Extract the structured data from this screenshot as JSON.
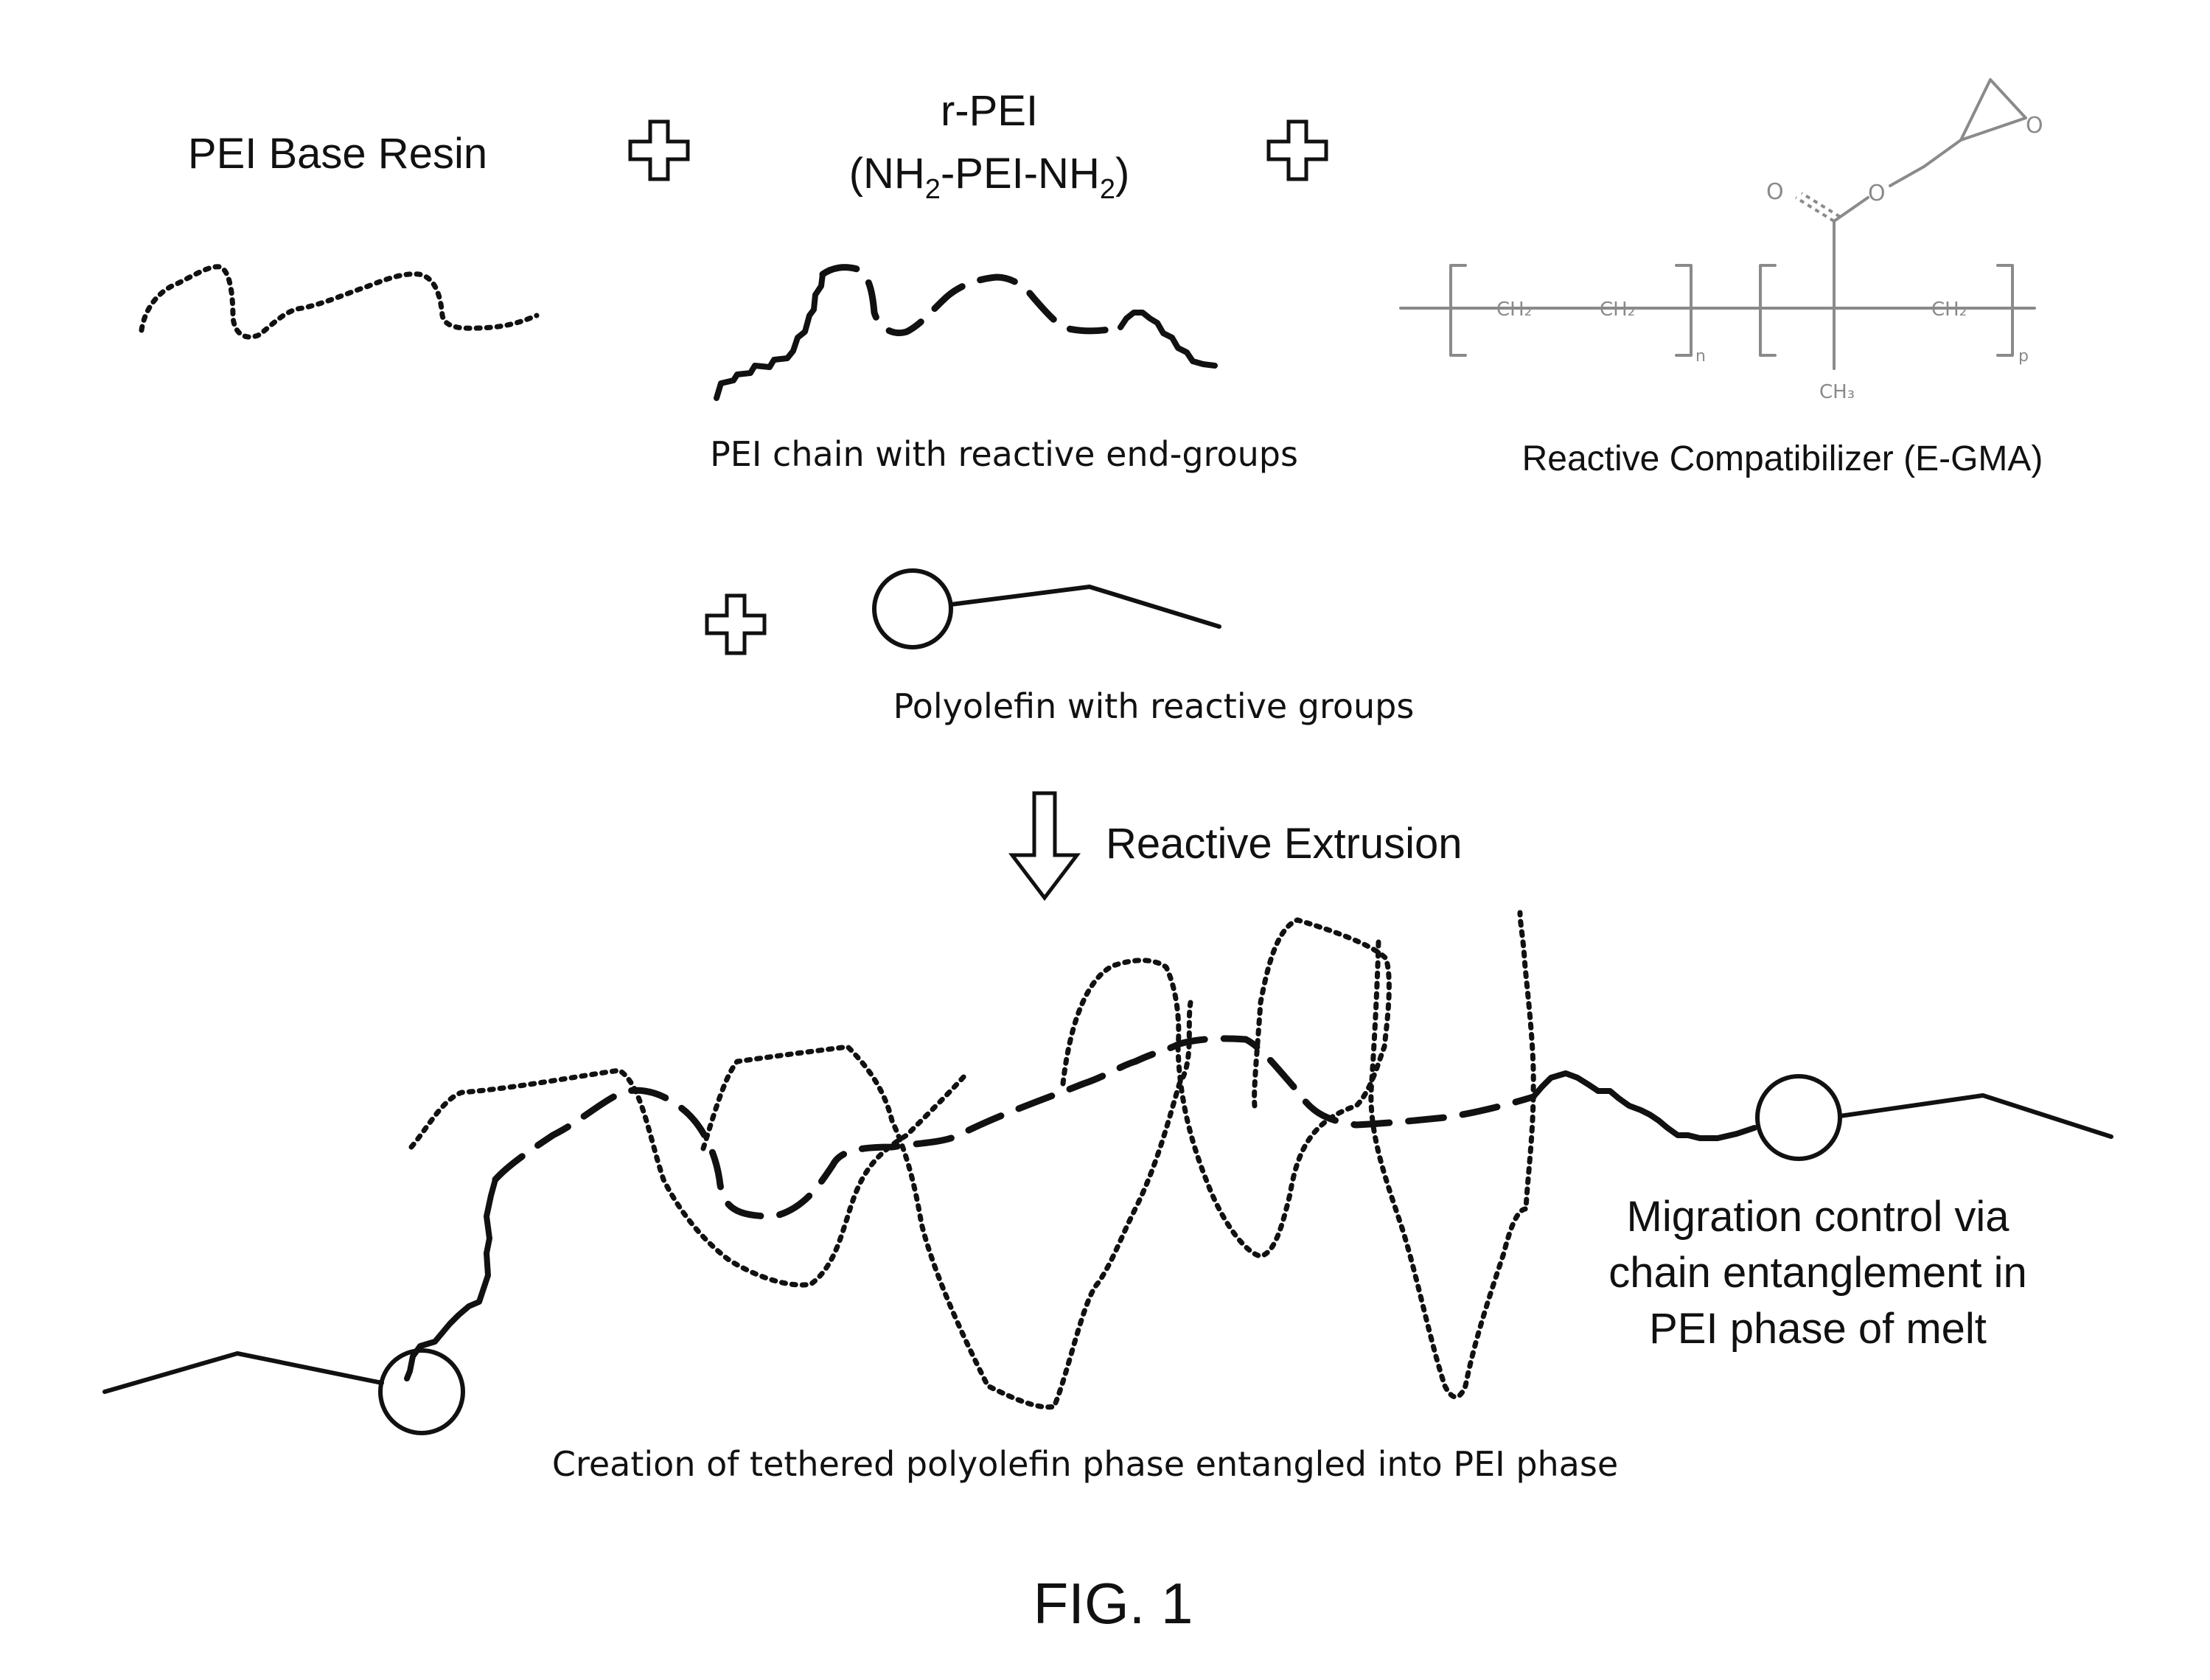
{
  "labels": {
    "base_resin": "PEI Base Resin",
    "rpei_title": "r-PEI",
    "rpei_formula": {
      "open": "(NH",
      "sub1": "2",
      "mid": "-PEI-NH",
      "sub2": "2",
      "close": ")"
    },
    "rpei_caption": "PEI chain with reactive end-groups",
    "compatibilizer_caption": "Reactive Compatibilizer (E-GMA)",
    "polyolefin_caption": "Polyolefin with reactive groups",
    "process": "Reactive Extrusion",
    "migration_line1": "Migration control via",
    "migration_line2": "chain entanglement in",
    "migration_line3": "PEI phase of melt",
    "result_caption": "Creation of tethered polyolefin phase entangled into PEI phase",
    "figure_label": "FIG. 1"
  },
  "structure": {
    "ch2_a": "CH₂",
    "ch2_b": "CH₂",
    "ch2_c": "CH₂",
    "ch3": "CH₃",
    "n_sub": "n",
    "p_sub": "p",
    "o_carbonyl": "O",
    "o_ester": "O",
    "o_epoxide": "O"
  },
  "colors": {
    "ink": "#111111",
    "structure_grey": "#8a8a8a"
  }
}
